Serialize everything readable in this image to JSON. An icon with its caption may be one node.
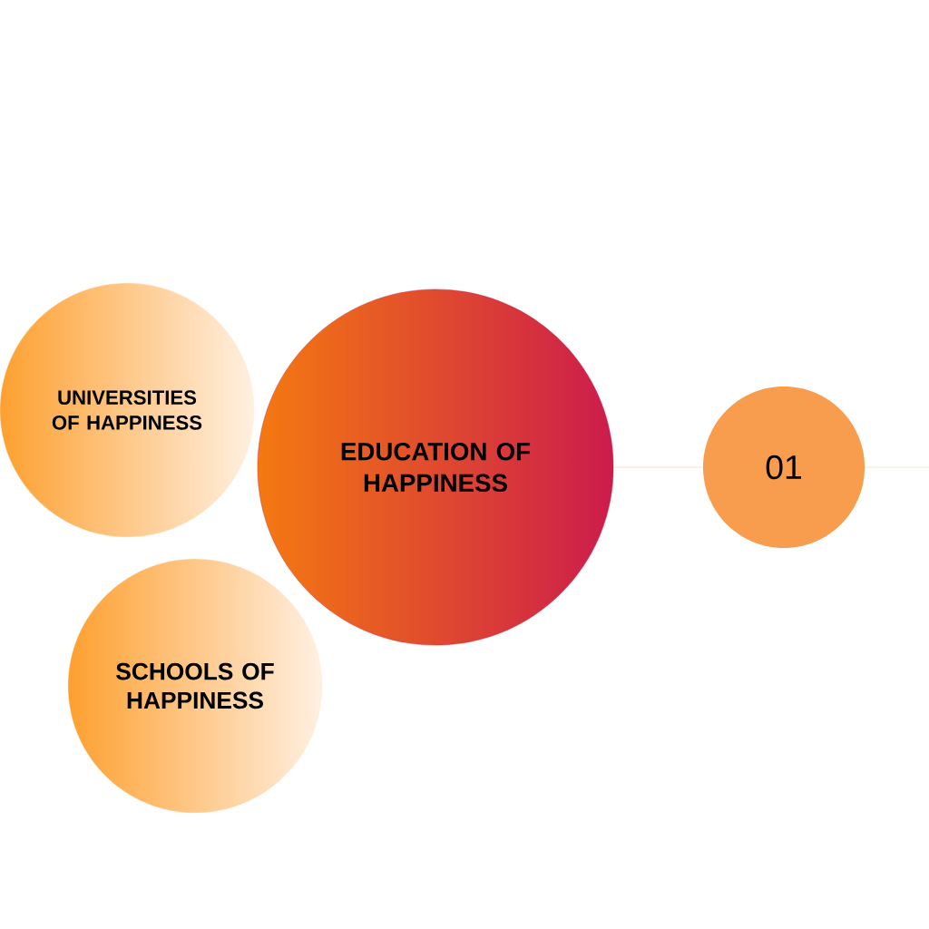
{
  "diagram": {
    "nodes": [
      {
        "text": [
          "UNIVERSITIES OF HAPPINESS"
        ]
      },
      {
        "text": [
          "EDUCATION OF HAPPINESS"
        ]
      },
      {
        "text": [
          "SCHOOLS OF HAPPINESS"
        ]
      },
      {
        "text": [
          "01"
        ]
      }
    ],
    "edges": [
      {
        "from": 1,
        "to": 3,
        "arrow": "none",
        "color": "#f8ecdc"
      },
      {
        "from": 3,
        "to": null,
        "arrow": "none",
        "color": "#f8ecdc"
      }
    ]
  }
}
